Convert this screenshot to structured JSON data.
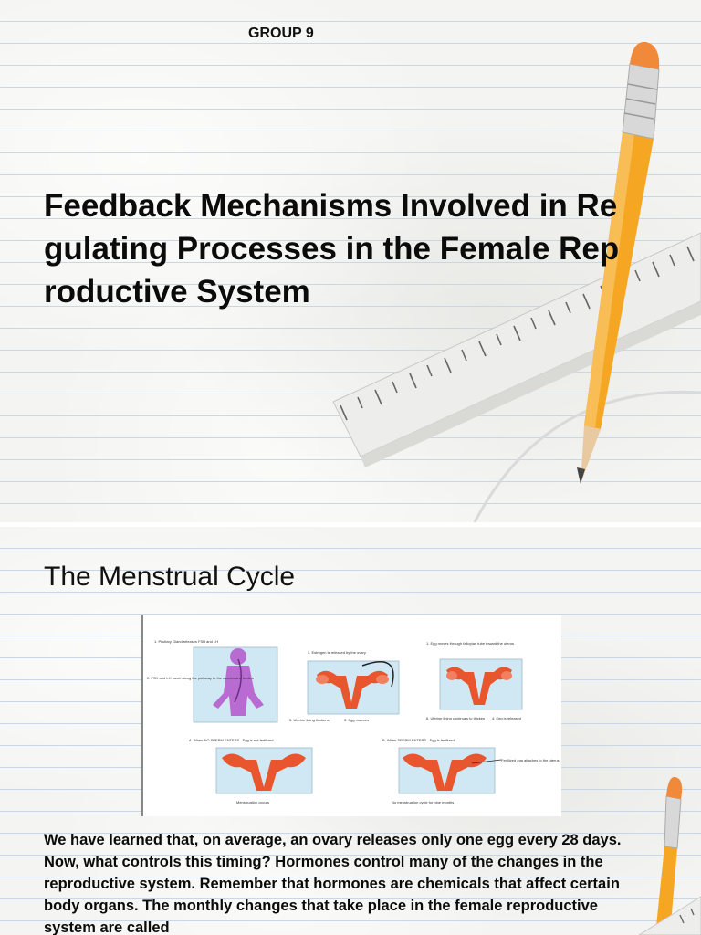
{
  "slide1": {
    "group_label": "GROUP 9",
    "title": "Feedback Mechanisms Involved in Regulating Processes in the Female Reproductive System"
  },
  "slide2": {
    "heading": "The Menstrual Cycle",
    "figure": {
      "captions": [
        "1. Pituitary Gland releases FSH and LH",
        "2. FSH and LH travel along the pathway to the ovaries and bodies",
        "3. Estrogen is released by the ovary",
        "5. Uterine lining thickens",
        "5. Egg matures",
        "1. Egg moves through fallopian tube toward the uterus",
        "6. Uterine lining continues to thicken",
        "4. Egg is released",
        "A. When NO SPERM ENTERS - Egg is not fertilized",
        "Menstruation occurs",
        "B. When SPERM ENTERS - Egg is fertilized",
        "Fertilized egg attaches to the uterus",
        "No menstruation cycle for nine months"
      ]
    },
    "body": "We have learned that, on average, an ovary releases only one egg every 28 days. Now, what controls this timing? Hormones control many of the changes in the reproductive system. Remember that hormones are chemicals that affect certain body organs. The monthly changes that take place in the female reproductive system are called"
  },
  "colors": {
    "pencil_body": "#f5a623",
    "pencil_tip": "#e8c9a0",
    "ruler": "#eeeeec",
    "paper_lines": "#c9d6e6",
    "figure_uterus": "#e9552c",
    "figure_body": "#b86bd0"
  }
}
